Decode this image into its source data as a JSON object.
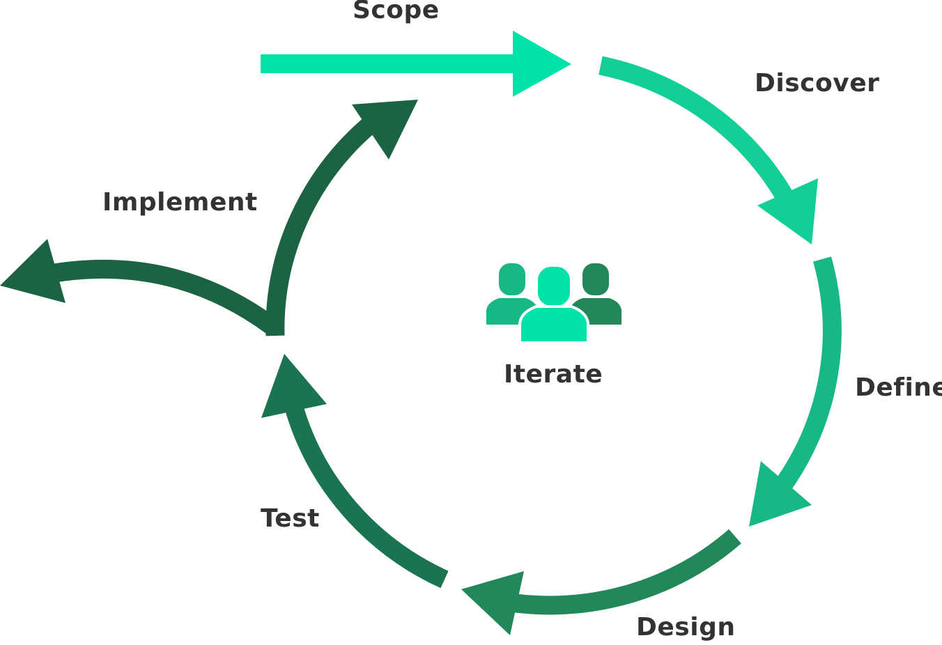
{
  "labels": {
    "scope": "Scope",
    "discover": "Discover",
    "define": "Define",
    "design": "Design",
    "test": "Test",
    "implement": "Implement",
    "center": "Iterate"
  },
  "icons": {
    "center": "team-people-icon"
  },
  "colors": {
    "scope": "#00E3A8",
    "discover": "#12CF98",
    "define": "#17B885",
    "design": "#22885A",
    "test": "#1A7452",
    "implement": "#1B6343",
    "text": "#333333"
  }
}
